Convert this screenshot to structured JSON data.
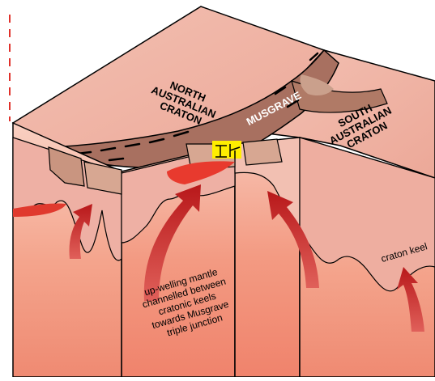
{
  "labels": {
    "north_craton": [
      "NORTH",
      "AUSTRALIAN",
      "CRATON"
    ],
    "south_craton": [
      "SOUTH",
      "AUSTRALIAN",
      "CRATON"
    ],
    "musgrave": "MUSGRAVE",
    "craton_keel": "craton keel",
    "mantle_caption": [
      "up-welling mantle",
      "channelled between",
      "cratonic keels",
      "towards Musgrave",
      "triple junction"
    ]
  },
  "colors": {
    "top_surface": "#f0b0a4",
    "front_face": "#f3a88e",
    "side_face": "#f6b6a4",
    "mantle_deep": "#f07f6a",
    "keel": "#e9a39a",
    "belt": "#a06a58",
    "belt_light": "#c99580",
    "arrow": "#c8201e",
    "highlight": "#ffee00",
    "outline": "#000000",
    "dashed_line": "#e0302a"
  },
  "icons": [
    "upwelling-arrow-icon"
  ]
}
